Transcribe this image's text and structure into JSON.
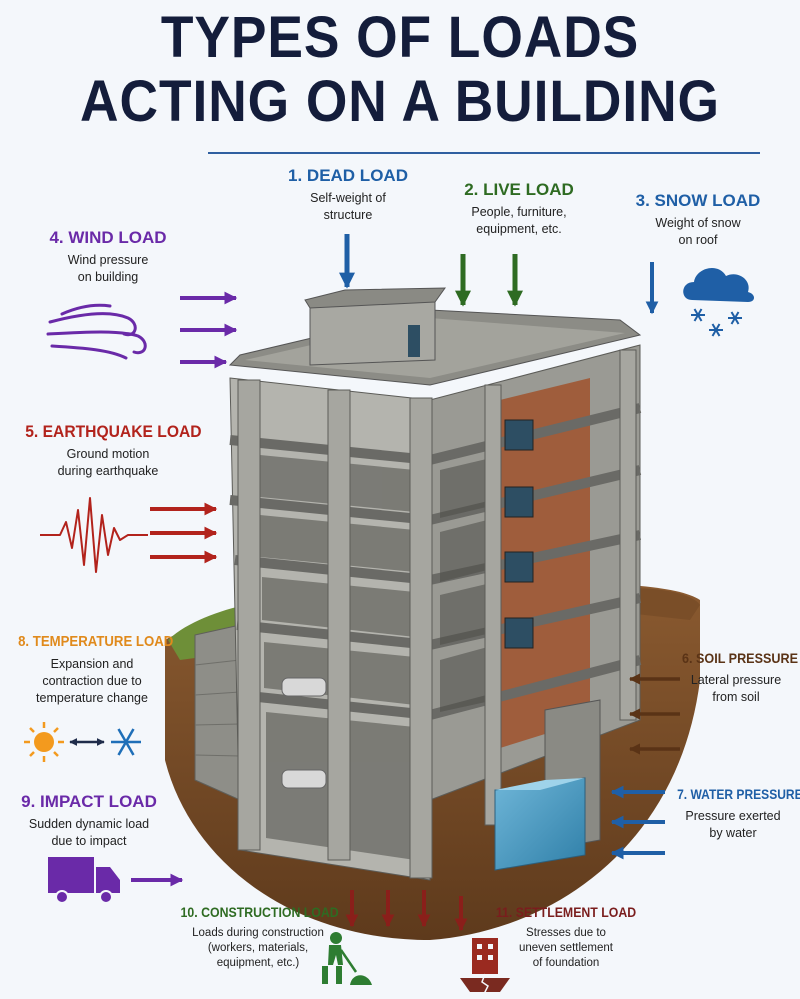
{
  "title": {
    "line1": "TYPES OF LOADS",
    "line2": "ACTING ON A BUILDING"
  },
  "colors": {
    "navy": "#141d3b",
    "blue": "#1f5fa6",
    "green": "#2e6b22",
    "purple": "#6a2aa8",
    "red": "#b2231c",
    "orange": "#e08a1c",
    "brown": "#5a3316",
    "maroon": "#7a1d1d"
  },
  "loads": {
    "dead": {
      "title": "1. DEAD LOAD",
      "desc": [
        "Self-weight of",
        "structure"
      ]
    },
    "live": {
      "title": "2. LIVE LOAD",
      "desc": [
        "People, furniture,",
        "equipment, etc."
      ]
    },
    "snow": {
      "title": "3. SNOW LOAD",
      "desc": [
        "Weight of snow",
        "on roof"
      ]
    },
    "wind": {
      "title": "4. WIND LOAD",
      "desc": [
        "Wind pressure",
        "on building"
      ]
    },
    "earthquake": {
      "title": "5. EARTHQUAKE LOAD",
      "desc": [
        "Ground motion",
        "during earthquake"
      ]
    },
    "soil": {
      "title": "6. SOIL PRESSURE",
      "desc": [
        "Lateral pressure",
        "from soil"
      ]
    },
    "water": {
      "title": "7. WATER PRESSURE",
      "desc": [
        "Pressure exerted",
        "by water"
      ]
    },
    "temperature": {
      "title": "8. TEMPERATURE LOAD",
      "desc": [
        "Expansion and",
        "contraction due to",
        "temperature change"
      ]
    },
    "impact": {
      "title": "9. IMPACT LOAD",
      "desc": [
        "Sudden dynamic load",
        "due to impact"
      ]
    },
    "construction": {
      "title": "10. CONSTRUCTION LOAD",
      "desc": [
        "Loads during construction",
        "(workers, materials,",
        "equipment, etc.)"
      ]
    },
    "settlement": {
      "title": "11. SETTLEMENT LOAD",
      "desc": [
        "Stresses due to",
        "uneven settlement",
        "of foundation"
      ]
    }
  },
  "icons": [
    "wind-gust-icon",
    "seismic-wave-icon",
    "snow-cloud-icon",
    "sun-icon",
    "snowflake-icon",
    "truck-icon",
    "worker-icon",
    "cracked-building-icon"
  ]
}
